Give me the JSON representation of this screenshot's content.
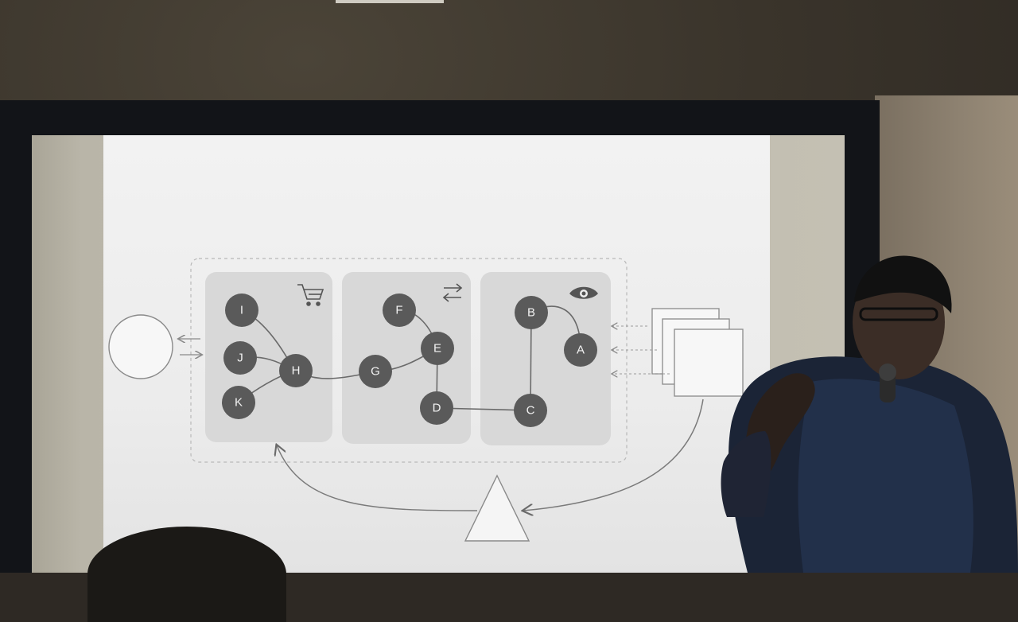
{
  "scene": {
    "subject": "presenter-with-projected-slide"
  },
  "slide": {
    "nodes": {
      "a": "A",
      "b": "B",
      "c": "C",
      "d": "D",
      "e": "E",
      "f": "F",
      "g": "G",
      "h": "H",
      "i": "I",
      "j": "J",
      "k": "K"
    },
    "icons": {
      "group1": "cart-icon",
      "group2": "swap-arrows-icon",
      "group3": "eye-icon"
    }
  },
  "colors": {
    "node_fill": "#5a5a5a",
    "group_fill": "#d8d8d8",
    "line": "#6a6a6a"
  }
}
